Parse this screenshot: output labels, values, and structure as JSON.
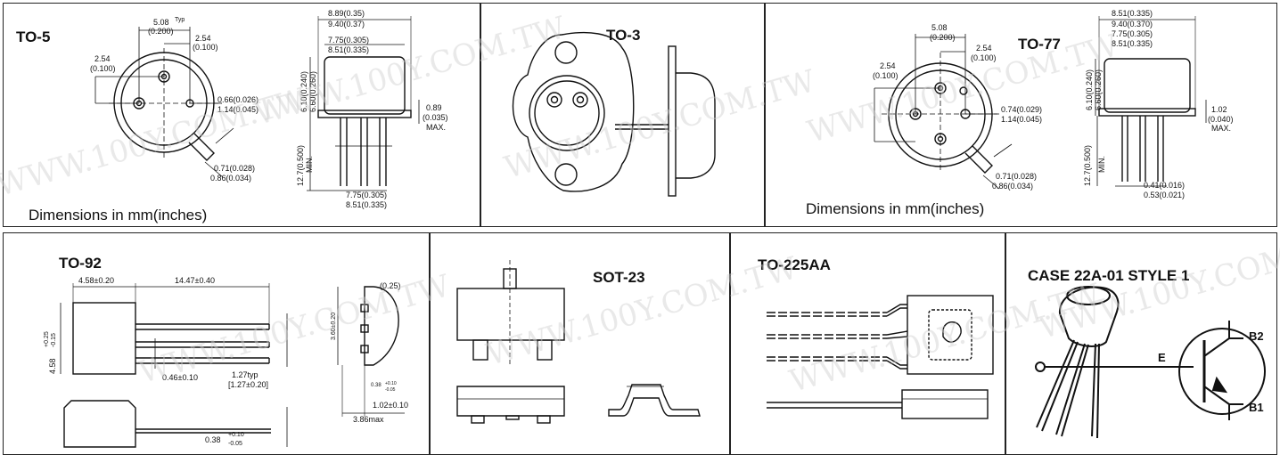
{
  "watermark": "WWW.100Y.COM.TW",
  "to5": {
    "title": "TO-5",
    "caption": "Dimensions in mm(inches)",
    "dims": {
      "pitch": "5.08",
      "pitch_typ": "Typ",
      "pitch_in": "(0.200)",
      "half_pitch": "2.54",
      "half_pitch_in": "(0.100)",
      "side_pitch": "2.54",
      "side_pitch_in": "(0.100)",
      "lead_dia": "0.66(0.026)",
      "lead_dia_max": "1.14(0.045)",
      "tab_w": "0.71(0.028)",
      "tab_w_max": "0.86(0.034)",
      "cap_dia_outer": "8.89(0.35)",
      "cap_dia_outer_max": "9.40(0.37)",
      "cap_dia_inner": "7.75(0.305)",
      "cap_dia_inner_max": "8.51(0.335)",
      "height": "6.10(0.240)",
      "height_max": "6.60(0.260)",
      "flange": "0.89",
      "flange_in": "(0.035)",
      "flange_max": "MAX.",
      "lead_len": "12.7(0.500)",
      "lead_len_min": "MIN.",
      "bottom_dia": "7.75(0.305)",
      "bottom_dia_max": "8.51(0.335)"
    }
  },
  "to3": {
    "title": "TO-3"
  },
  "to77": {
    "title": "TO-77",
    "caption": "Dimensions in mm(inches)",
    "dims": {
      "pitch": "5.08",
      "pitch_in": "(0.200)",
      "half_pitch": "2.54",
      "half_pitch_in": "(0.100)",
      "side_pitch": "2.54",
      "side_pitch_in": "(0.100)",
      "lead_dia": "0.74(0.029)",
      "lead_dia_max": "1.14(0.045)",
      "tab_w": "0.71(0.028)",
      "tab_w_max": "0.86(0.034)",
      "cap_dia_outer": "8.51(0.335)",
      "cap_dia_outer_2": "9.40(0.370)",
      "cap_dia_inner": "7.75(0.305)",
      "cap_dia_inner_max": "8.51(0.335)",
      "height": "6.10(0.240)",
      "height_max": "6.60(0.260)",
      "flange": "1.02",
      "flange_in": "(0.040)",
      "flange_max": "MAX.",
      "lead_len": "12.7(0.500)",
      "lead_len_min": "MIN.",
      "lead_w": "0.41(0.016)",
      "lead_w_max": "0.53(0.021)"
    }
  },
  "to92": {
    "title": "TO-92",
    "dims": {
      "body_w": "4.58±0.20",
      "lead_len": "14.47±0.40",
      "body_h": "4.58",
      "body_h_tol_plus": "+0.25",
      "body_h_tol_minus": "-0.15",
      "lead_w": "0.46±0.10",
      "lead_pitch": "1.27typ",
      "lead_pitch_alt": "[1.27±0.20]",
      "lead_t": "0.38",
      "lead_t_plus": "+0.10",
      "lead_t_minus": "-0.05",
      "flat": "(0.25)",
      "side_h": "3.60±0.20",
      "small_t": "0.38",
      "small_t_plus": "+0.10",
      "small_t_minus": "-0.05",
      "thick": "1.02±0.10",
      "depth_max": "3.86max"
    }
  },
  "sot23": {
    "title": "SOT-23"
  },
  "to225": {
    "title": "TO-225AA"
  },
  "case22": {
    "title": "CASE 22A-01 STYLE 1",
    "labels": {
      "emitter": "E",
      "b2": "B2",
      "b1": "B1"
    }
  }
}
